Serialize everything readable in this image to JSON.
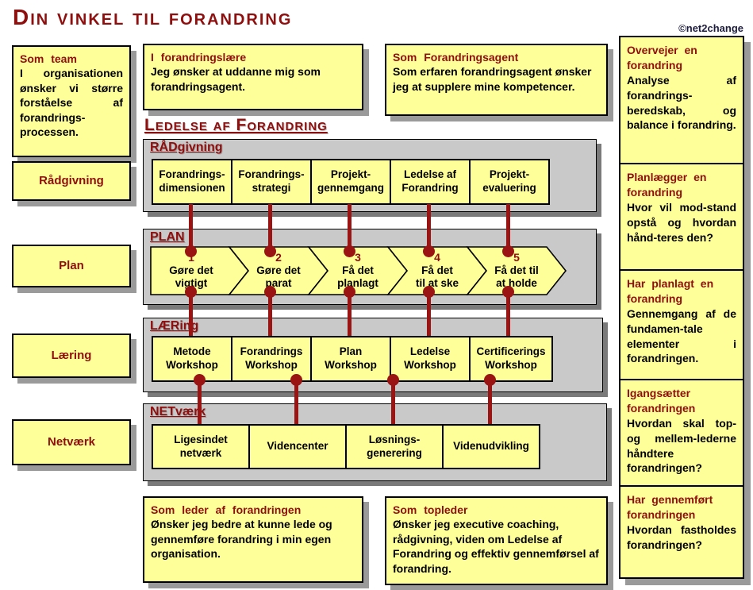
{
  "title": "Din vinkel til forandring",
  "copyright": "©net2change",
  "colors": {
    "accent_red": "#8F0E0E",
    "connector_red": "#9B1414",
    "card_yellow": "#FFFF99",
    "panel_gray": "#C9C9C9"
  },
  "personas": {
    "team": {
      "title": "Som team",
      "body": "I organisationen ønsker vi større forståelse af forandrings-processen."
    },
    "laere": {
      "title": "I forandringslære",
      "body": "Jeg ønsker at uddanne mig som forandringsagent."
    },
    "agent": {
      "title": "Som Forandringsagent",
      "body": "Som erfaren forandringsagent ønsker jeg at supplere mine kompetencer."
    },
    "leder": {
      "title": "Som leder af forandringen",
      "body": "Ønsker jeg bedre at kunne lede og gennemføre forandring i min egen organisation."
    },
    "topleder": {
      "title": "Som topleder",
      "body": "Ønsker jeg executive coaching, rådgivning, viden om Ledelse af Forandring og effektiv gennemførsel af forandring."
    }
  },
  "left_labels": [
    "Rådgivning",
    "Plan",
    "Læring",
    "Netværk"
  ],
  "center": {
    "heading": "Ledelse af Forandring",
    "raadgivning": {
      "header": "RÅDgivning",
      "items": [
        "Forandrings-\ndimensionen",
        "Forandrings-\nstrategi",
        "Projekt-\ngennemgang",
        "Ledelse af\nForandring",
        "Projekt-\nevaluering"
      ]
    },
    "plan": {
      "header": "PLAN",
      "steps": [
        {
          "num": "1",
          "label": "Gøre det\nvigtigt"
        },
        {
          "num": "2",
          "label": "Gøre det\nparat"
        },
        {
          "num": "3",
          "label": "Få det\nplanlagt"
        },
        {
          "num": "4",
          "label": "Få det\ntil at ske"
        },
        {
          "num": "5",
          "label": "Få det til\nat holde"
        }
      ]
    },
    "laering": {
      "header": "LÆRing",
      "items": [
        "Metode\nWorkshop",
        "Forandrings\nWorkshop",
        "Plan\nWorkshop",
        "Ledelse\nWorkshop",
        "Certificerings\nWorkshop"
      ]
    },
    "netvaerk": {
      "header": "NETværk",
      "items": [
        "Ligesindet\nnetværk",
        "Videncenter",
        "Løsnings-\ngenerering",
        "Videnudvikling"
      ]
    }
  },
  "right_column": [
    {
      "title": "Overvejer en forandring",
      "body": "Analyse af forandrings-beredskab, og balance i forandring."
    },
    {
      "title": "Planlægger en forandring",
      "body": "Hvor vil mod-stand opstå og hvordan hånd-teres den?"
    },
    {
      "title": "Har planlagt en forandring",
      "body": "Gennemgang af de fundamen-tale elementer i forandringen."
    },
    {
      "title": "Igangsætter forandringen",
      "body": "Hvordan skal top- og mellem-lederne håndtere forandringen?"
    },
    {
      "title": "Har gennemført forandringen",
      "body": "Hvordan fastholdes forandringen?"
    }
  ]
}
